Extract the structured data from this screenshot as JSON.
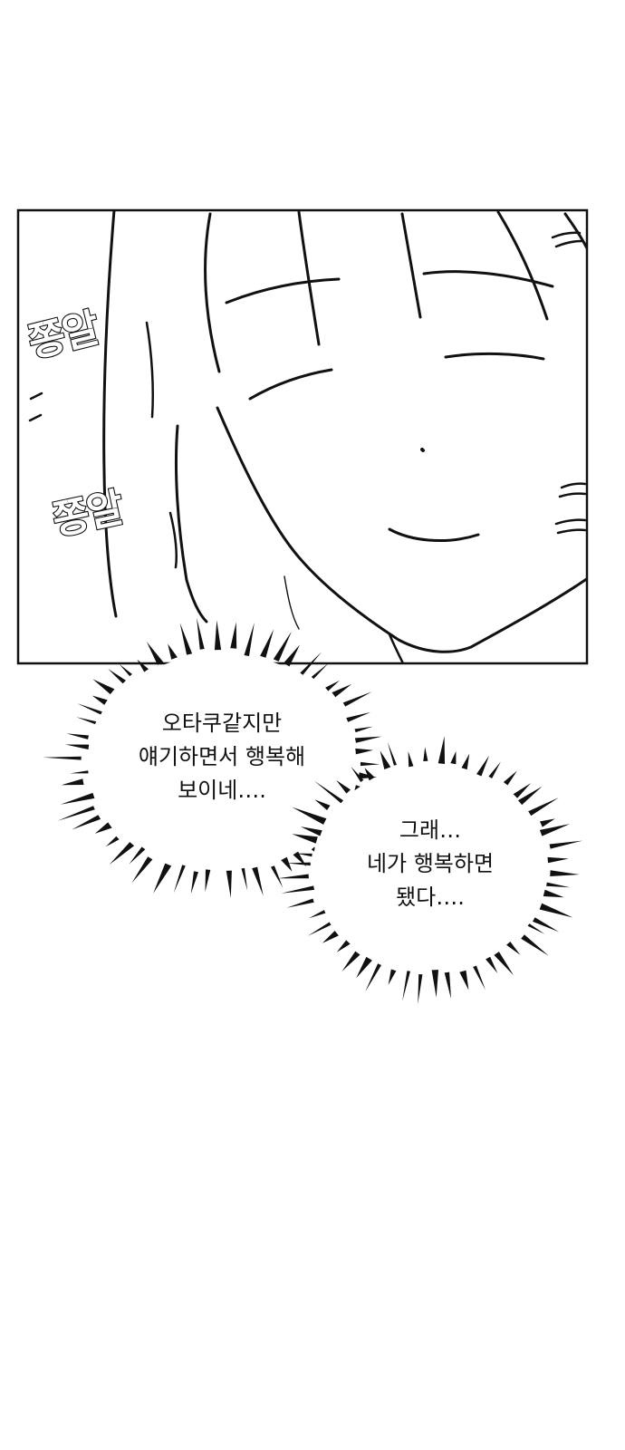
{
  "panel": {
    "sound_effects": [
      "쫑알",
      "쫑알"
    ]
  },
  "bubbles": [
    {
      "lines": [
        "오타쿠같지만",
        "얘기하면서 행복해",
        "보이네…."
      ]
    },
    {
      "lines": [
        "그래…",
        "네가 행복하면",
        "됐다…."
      ]
    }
  ],
  "colors": {
    "ink": "#111111",
    "paper": "#ffffff"
  }
}
